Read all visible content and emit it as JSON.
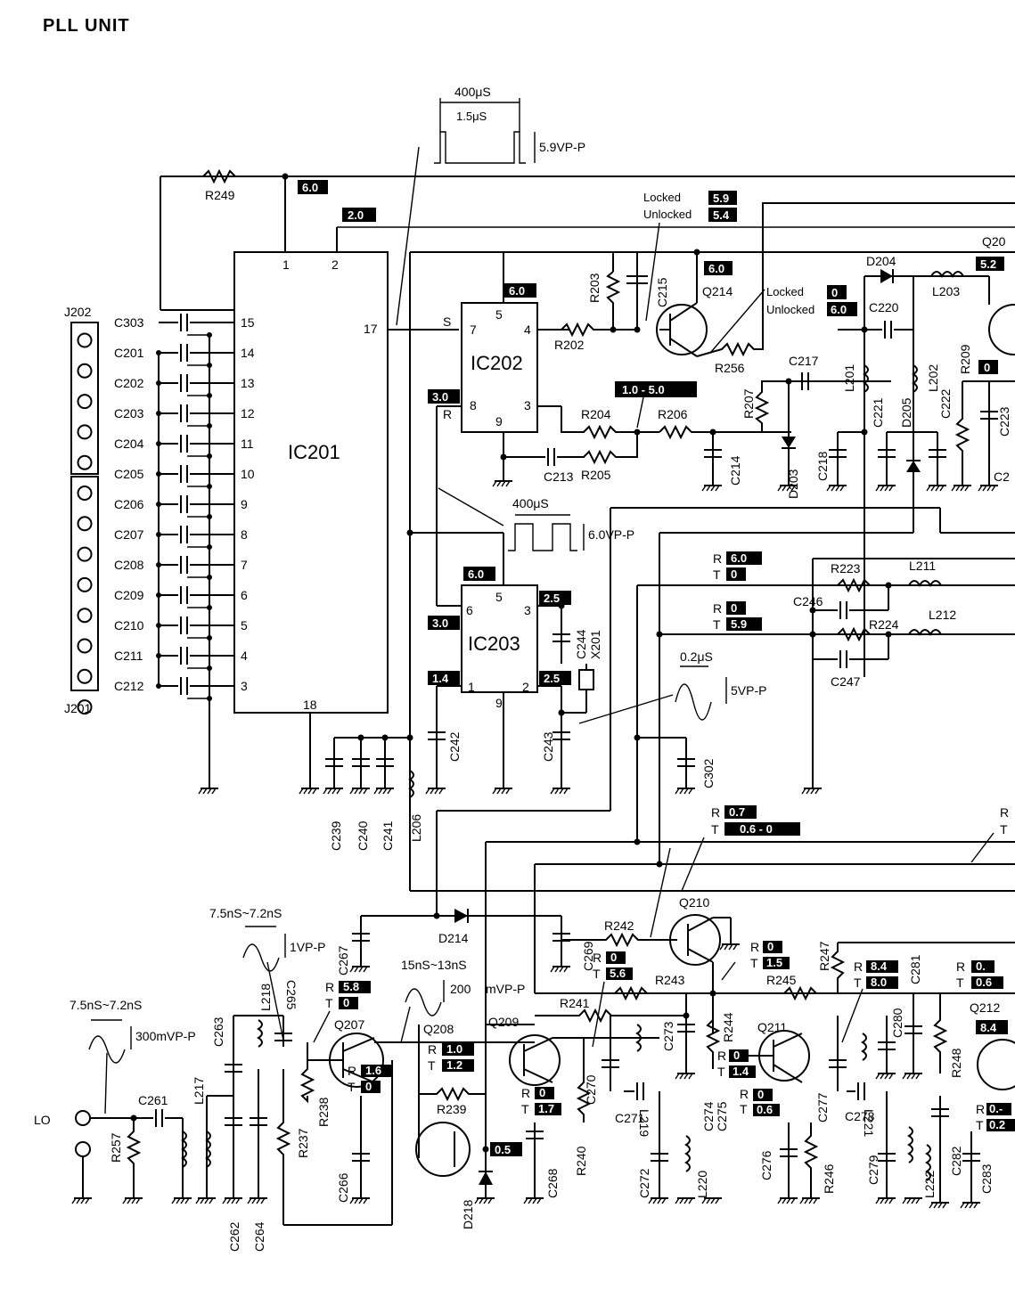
{
  "title": "PLL UNIT",
  "connectors": {
    "top": "J202",
    "bottom": "J201",
    "lo": "LO"
  },
  "ics": {
    "ic201": {
      "label": "IC201",
      "pins_left": [
        "15",
        "14",
        "13",
        "12",
        "11",
        "10",
        "9",
        "8",
        "7",
        "6",
        "5",
        "4",
        "3"
      ],
      "pin1": "1",
      "pin2": "2",
      "pin17": "17",
      "pin18": "18"
    },
    "ic202": {
      "label": "IC202",
      "pins": [
        "5",
        "7",
        "4",
        "8",
        "3",
        "9"
      ],
      "s": "S",
      "r": "R"
    },
    "ic203": {
      "label": "IC203",
      "pins": [
        "5",
        "6",
        "3",
        "1",
        "2",
        "9"
      ]
    }
  },
  "j202_caps": [
    "C303",
    "C201",
    "C202",
    "C203",
    "C204",
    "C205",
    "C206",
    "C207",
    "C208",
    "C209",
    "C210",
    "C211",
    "C212"
  ],
  "components": {
    "R249": "R249",
    "R203": "R203",
    "C215": "C215",
    "Q214": "Q214",
    "R202": "R202",
    "R256": "R256",
    "R204": "R204",
    "R206": "R206",
    "R205": "R205",
    "C213": "C213",
    "C214": "C214",
    "R207": "R207",
    "D203": "D203",
    "C217": "C217",
    "L201": "L201",
    "C218": "C218",
    "D204": "D204",
    "L203": "L203",
    "C220": "C220",
    "L202": "L202",
    "D205": "D205",
    "C221": "C221",
    "C222": "C222",
    "R209": "R209",
    "C223": "C223",
    "C2": "C2",
    "Q20": "Q20",
    "C244": "C244",
    "X201": "X201",
    "C242": "C242",
    "C243": "C243",
    "C239": "C239",
    "C240": "C240",
    "C241": "C241",
    "L206": "L206",
    "C302": "C302",
    "R223": "R223",
    "L211": "L211",
    "C246": "C246",
    "R224": "R224",
    "L212": "L212",
    "C247": "C247",
    "D214": "D214",
    "C267": "C267",
    "C269": "C269",
    "R242": "R242",
    "Q210": "Q210",
    "R243": "R243",
    "R241": "R241",
    "C273": "C273",
    "R244": "R244",
    "R245": "R245",
    "R247": "R247",
    "C281": "C281",
    "C280": "C280",
    "R248": "R248",
    "Q212": "Q212",
    "Q211": "Q211",
    "C274": "C274",
    "C275": "C275",
    "C276": "C276",
    "R246": "R246",
    "C277": "C277",
    "L221": "L221",
    "C278": "C278",
    "C279": "C279",
    "L222": "L222",
    "C282": "C282",
    "C283": "C283",
    "Q207": "Q207",
    "Q208": "Q208",
    "Q209": "Q209",
    "R238": "R238",
    "R237": "R237",
    "C265": "C265",
    "C266": "C266",
    "R239": "R239",
    "D218": "D218",
    "C268": "C268",
    "R240": "R240",
    "C270": "C270",
    "L219": "L219",
    "C271": "C271",
    "C272": "C272",
    "L220": "L220",
    "L218": "L218",
    "C263": "C263",
    "L217": "L217",
    "C262": "C262",
    "C264": "C264",
    "C261": "C261",
    "R257": "R257"
  },
  "voltages": {
    "ic201_pin1": "6.0",
    "ic201_pin2": "2.0",
    "ic202_pin5": "6.0",
    "ic202_pin8": "3.0",
    "q214_top": "6.0",
    "locked1": "5.9",
    "unlocked1": "5.4",
    "locked2": "0",
    "unlocked2": "6.0",
    "vt_range": "1.0 - 5.0",
    "d204": "5.2",
    "r209": "0",
    "ic203_pin5": "6.0",
    "ic203_pin6": "3.0",
    "ic203_pin3": "2.5",
    "ic203_pin1": "1.4",
    "ic203_pin2": "2.5",
    "rt1_r": "6.0",
    "rt1_t": "0",
    "rt2_r": "0",
    "rt2_t": "5.9",
    "rt3_r": "0.7",
    "rt3_t": "0.6 - 0",
    "q207_r": "5.8",
    "q207_t": "0",
    "q207e_r": "1.6",
    "q207e_t": "0",
    "q208_r": "1.0",
    "q208_t": "1.2",
    "d218": "0.5",
    "q209_r": "0",
    "q209_t": "1.7",
    "q209c_r": "0",
    "q209c_t": "5.6",
    "q210_r": "0",
    "q210_t": "1.5",
    "q211_r": "0",
    "q211_t": "1.4",
    "q211e_r": "0",
    "q211e_t": "0.6",
    "q211c_r": "8.4",
    "q211c_t": "8.0",
    "q212_r": "0.",
    "q212_t": "0.6",
    "q212_v": "8.4",
    "q212e_r": "0.-",
    "q212e_t": "0.2"
  },
  "labels": {
    "locked": "Locked",
    "unlocked": "Unlocked",
    "R": "R",
    "T": "T"
  },
  "waveforms": {
    "w1_period": "400μS",
    "w1_width": "1.5μS",
    "w1_amp": "5.9VP-P",
    "w2_period": "400μS",
    "w2_amp": "6.0VP-P",
    "w3_period": "0.2μS",
    "w3_amp": "5VP-P",
    "w4_period": "7.5nS~7.2nS",
    "w4_amp": "1VP-P",
    "w5_period": "15nS~13nS",
    "w5_amp": "200",
    "w5_unit": "mVP-P",
    "w6_period": "7.5nS~7.2nS",
    "w6_amp": "300mVP-P"
  }
}
